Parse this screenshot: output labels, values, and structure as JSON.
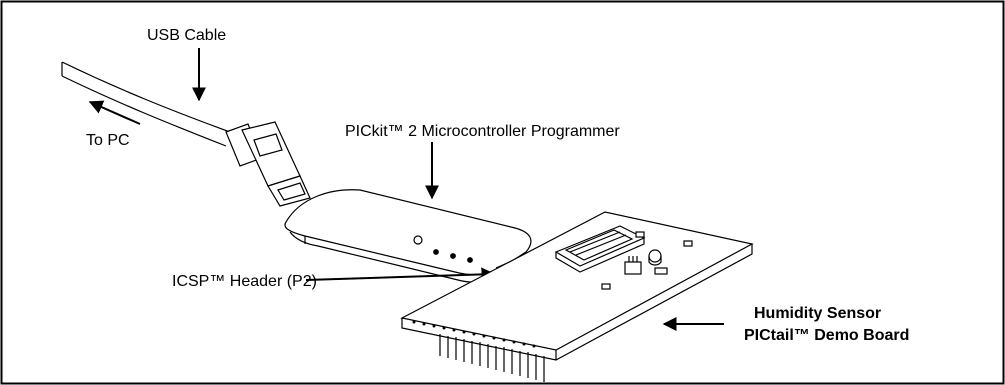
{
  "labels": {
    "usb_cable": "USB Cable",
    "to_pc": "To PC",
    "programmer": "PICkit™ 2 Microcontroller Programmer",
    "icsp_header": "ICSP™ Header (P2)",
    "board_line1": "Humidity Sensor",
    "board_line2": "PICtail™ Demo Board"
  },
  "colors": {
    "line": "#000000",
    "background": "#ffffff",
    "frame": "#000000"
  }
}
